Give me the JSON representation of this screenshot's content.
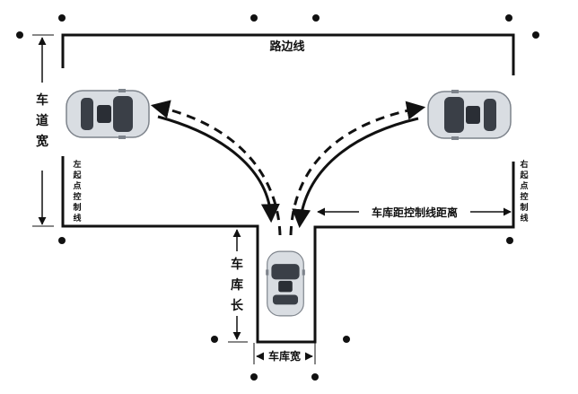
{
  "labels": {
    "road_edge": "路边线",
    "lane_width": [
      "车",
      "道",
      "宽"
    ],
    "left_control": [
      "左",
      "起",
      "点",
      "控",
      "制",
      "线"
    ],
    "right_control": [
      "右",
      "起",
      "点",
      "控",
      "制",
      "线"
    ],
    "garage_distance": "车库距控制线距离",
    "garage_length": [
      "车",
      "库",
      "长"
    ],
    "garage_width": "车库宽"
  },
  "colors": {
    "line": "#111111",
    "car_body": "#d9dde2",
    "car_glass": "#3a3f47"
  }
}
